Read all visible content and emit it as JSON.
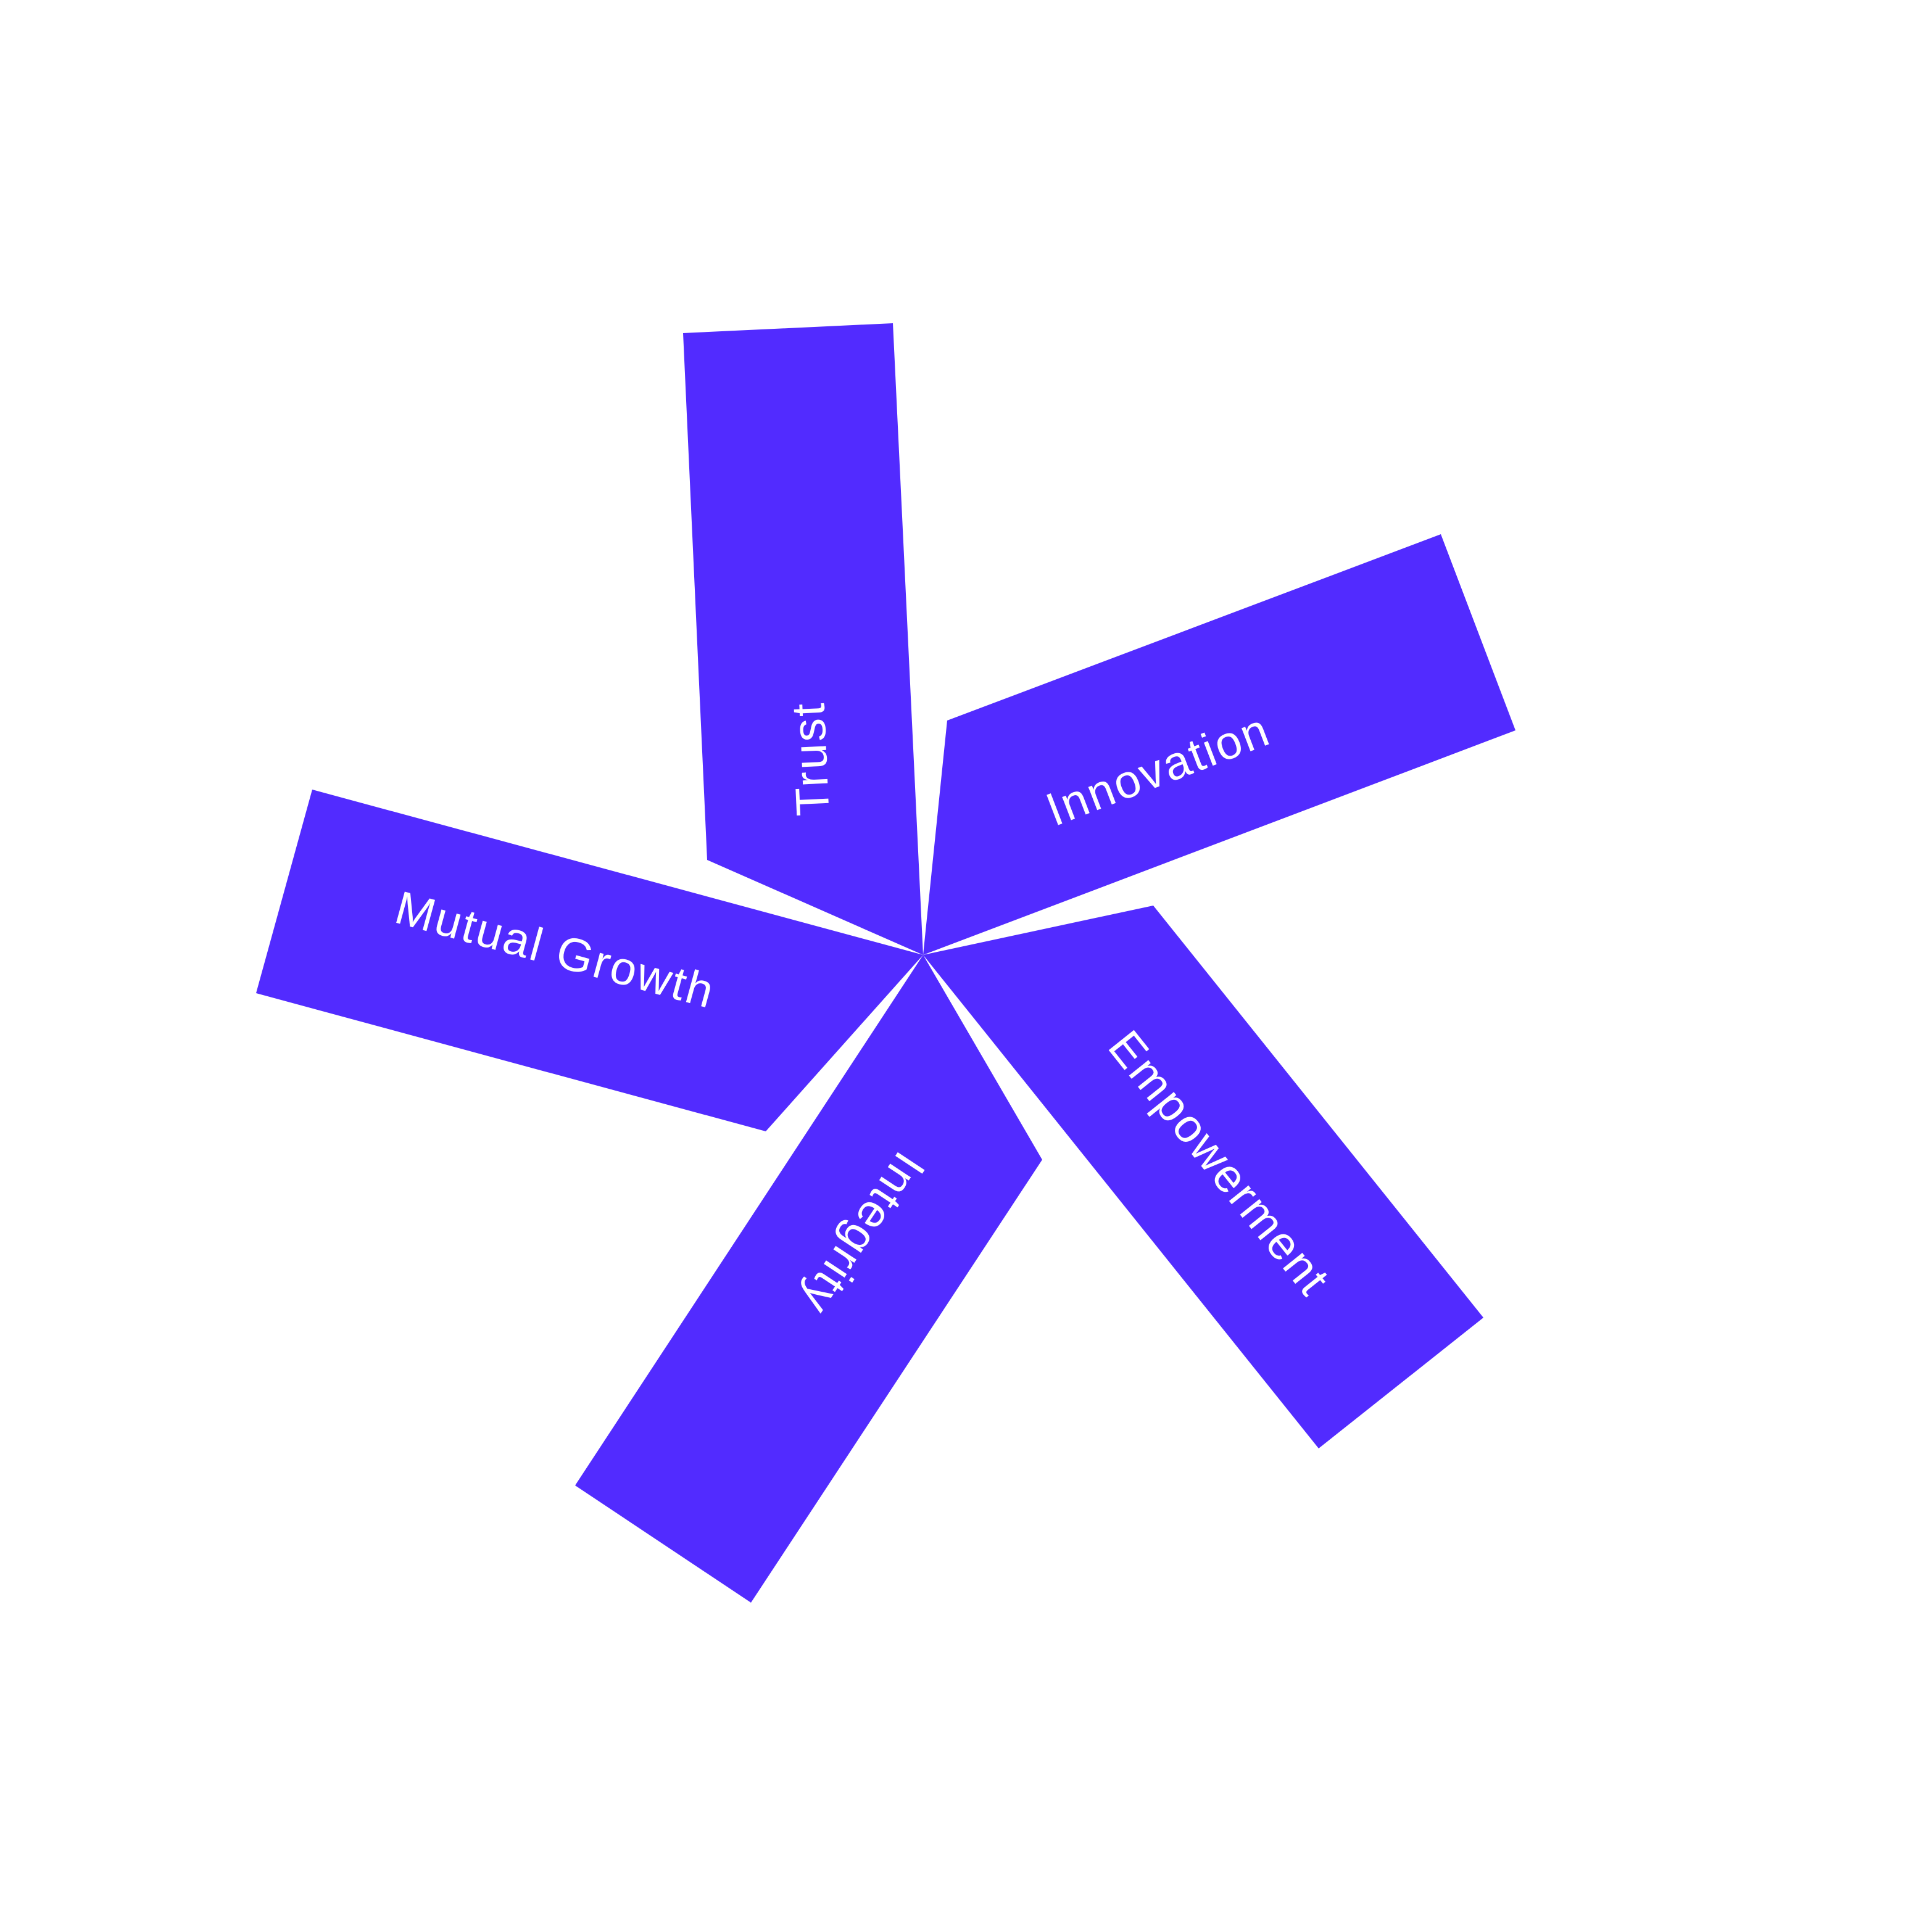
{
  "colors": {
    "petal": "#522BFF",
    "label": "#FFFFFF",
    "background": "#FFFFFF"
  },
  "petals": [
    {
      "label": "Trust"
    },
    {
      "label": "Innovation"
    },
    {
      "label": "Empowerment"
    },
    {
      "label": "Integrity"
    },
    {
      "label": "Mutual Growth"
    }
  ]
}
